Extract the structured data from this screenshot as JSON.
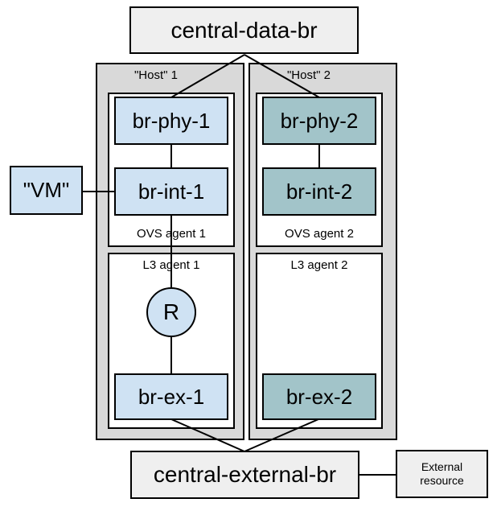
{
  "top": {
    "central_data_bridge": "central-data-br"
  },
  "vm": {
    "label": "\"VM\""
  },
  "hosts": [
    {
      "label": "\"Host\" 1",
      "br_phy": "br-phy-1",
      "br_int": "br-int-1",
      "ovs_agent": "OVS agent 1",
      "l3_agent": "L3 agent 1",
      "router": "R",
      "br_ex": "br-ex-1"
    },
    {
      "label": "\"Host\" 2",
      "br_phy": "br-phy-2",
      "br_int": "br-int-2",
      "ovs_agent": "OVS agent 2",
      "l3_agent": "L3 agent 2",
      "br_ex": "br-ex-2"
    }
  ],
  "bottom": {
    "central_external_bridge": "central-external-br",
    "external_resource": "External resource"
  },
  "colors": {
    "node_light_blue": "#cfe2f3",
    "node_teal": "#a2c4c9",
    "host_gray": "#d9d9d9",
    "central_bridge_gray": "#efefef",
    "agent_white": "#ffffff",
    "connector_black": "#000000"
  }
}
